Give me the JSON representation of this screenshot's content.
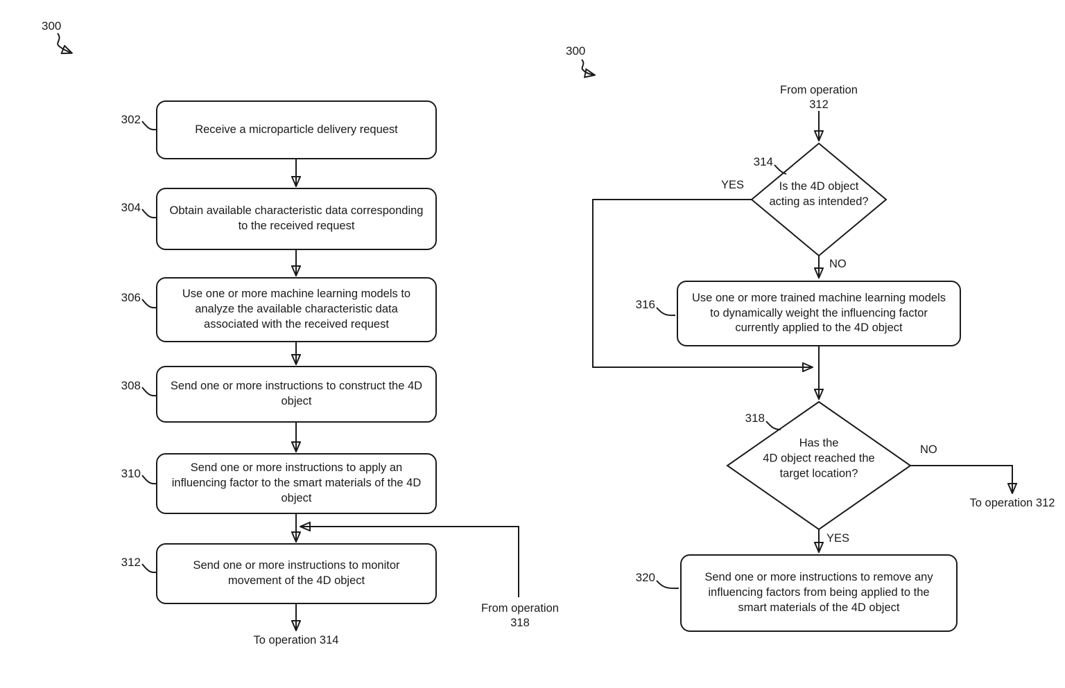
{
  "figure": {
    "left_chart": {
      "ref_label": "300",
      "steps": [
        {
          "num": "302",
          "text": "Receive a microparticle delivery request"
        },
        {
          "num": "304",
          "text": "Obtain available characteristic data corresponding to the received request"
        },
        {
          "num": "306",
          "text": "Use one or more machine learning models to analyze the available characteristic data associated with the received request"
        },
        {
          "num": "308",
          "text": "Send one or more instructions to construct the 4D object"
        },
        {
          "num": "310",
          "text": "Send one or more instructions to apply an influencing factor to the smart materials of the 4D object"
        },
        {
          "num": "312",
          "text": "Send one or more instructions to monitor movement of the 4D object"
        }
      ],
      "to_operation": "To operation 314",
      "from_operation": "From operation 318"
    },
    "right_chart": {
      "ref_label": "300",
      "from_operation": "From operation 312",
      "decision_314": {
        "num": "314",
        "text": "Is the 4D object\nacting as intended?",
        "yes_label": "YES",
        "no_label": "NO"
      },
      "step_316": {
        "num": "316",
        "text": "Use one or more trained machine learning models to dynamically weight the influencing factor currently applied to the 4D object"
      },
      "decision_318": {
        "num": "318",
        "text": "Has the\n4D object reached the\ntarget location?",
        "yes_label": "YES",
        "no_label": "NO"
      },
      "step_320": {
        "num": "320",
        "text": "Send one or more instructions to remove any influencing factors from being applied to the smart materials of the 4D object"
      },
      "to_operation": "To operation 312"
    }
  }
}
